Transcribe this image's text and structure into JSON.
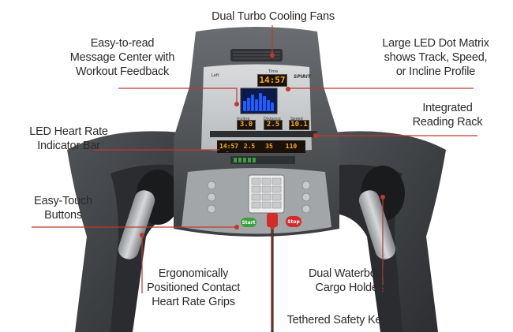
{
  "callouts": {
    "dual_fans": "Dual Turbo Cooling Fans",
    "message_center": "Easy-to-read\nMessage Center with\nWorkout Feedback",
    "led_matrix": "Large LED Dot Matrix\nshows Track, Speed,\nor Incline Profile",
    "reading_rack": "Integrated\nReading Rack",
    "heart_rate_bar": "LED Heart Rate\nIndicator Bar",
    "buttons": "Easy-Touch\nButtons",
    "grips": "Ergonomically\nPositioned Contact\nHeart Rate Grips",
    "cargo": "Dual Waterbottle/\nCargo Holders",
    "safety_key": "Tethered Safety Key"
  },
  "console": {
    "brand": "SPIRIT",
    "time_label": "Time",
    "time_value": "14:57",
    "incline_label": "Incline",
    "incline_value": "3.0",
    "distance_label": "Distance",
    "distance_value": "2.5",
    "speed_label": "Speed",
    "speed_value": "10.1",
    "lower_values": [
      "14:57",
      "2.5",
      "35",
      "110"
    ],
    "left_label": "Left",
    "start_label": "Start",
    "stop_label": "Stop"
  },
  "colors": {
    "callout_line": "#c0392b",
    "label_text": "#2b2b2b",
    "led_amber": "#ffb000",
    "matrix_blue": "#1e5cff",
    "start_green": "#3aa23a",
    "stop_red": "#d42b2b"
  }
}
